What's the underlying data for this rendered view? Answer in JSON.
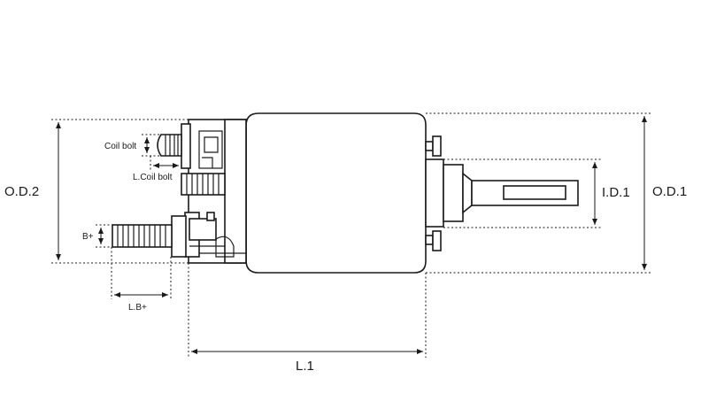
{
  "labels": {
    "od2": "O.D.2",
    "od1": "O.D.1",
    "id1": "I.D.1",
    "l1": "L.1",
    "lb_plus": "L.B+",
    "b_plus": "B+",
    "coil_bolt": "Coil bolt",
    "l_coil_bolt": "L.Coil bolt"
  },
  "colors": {
    "line": "#1a1a1a",
    "background": "#ffffff"
  }
}
